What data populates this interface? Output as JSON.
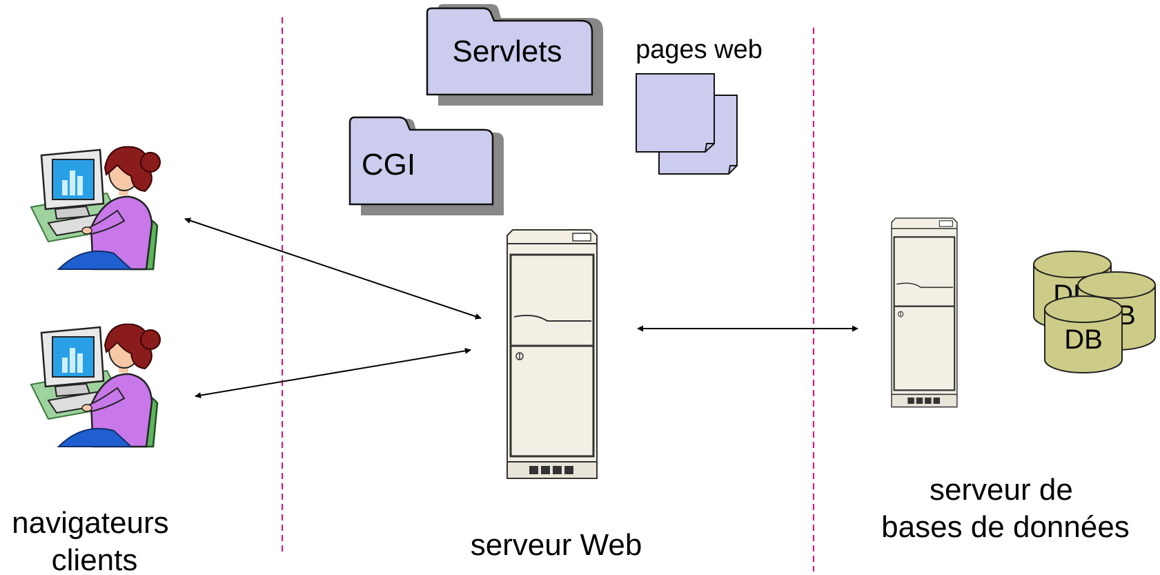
{
  "labels": {
    "clients": [
      "navigateurs",
      "clients"
    ],
    "web_server": "serveur Web",
    "db_server": [
      "serveur de",
      "bases de données"
    ],
    "servlets": "Servlets",
    "cgi": "CGI",
    "pages_web": "pages web",
    "db_text": "DB"
  },
  "colors": {
    "folder_fill": "#ccccee",
    "page_fill": "#ccccee",
    "db_fill": "#cccc88",
    "server_fill": "#f3efe4",
    "divider": "#e6007e"
  }
}
